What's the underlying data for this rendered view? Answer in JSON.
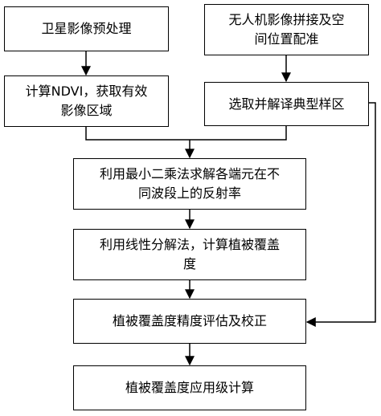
{
  "nodes": [
    {
      "id": "b1",
      "lines": [
        "卫星影像预处理"
      ]
    },
    {
      "id": "b2",
      "lines": [
        "无人机影像拼接及空",
        "间位置配准"
      ]
    },
    {
      "id": "b3",
      "lines": [
        "计算NDVI，获取有效",
        "影像区域"
      ]
    },
    {
      "id": "b4",
      "lines": [
        "选取并解译典型样区"
      ]
    },
    {
      "id": "b5",
      "lines": [
        "利用最小二乘法求解各端元在不",
        "同波段上的反射率"
      ]
    },
    {
      "id": "b6",
      "lines": [
        "利用线性分解法，计算植被覆盖",
        "度"
      ]
    },
    {
      "id": "b7",
      "lines": [
        "植被覆盖度精度评估及校正"
      ]
    },
    {
      "id": "b8",
      "lines": [
        "植被覆盖度应用级计算"
      ]
    }
  ],
  "edges": [
    {
      "from": "b1",
      "to": "b3"
    },
    {
      "from": "b2",
      "to": "b4"
    },
    {
      "from": "b3",
      "to": "b5"
    },
    {
      "from": "b4",
      "to": "b5"
    },
    {
      "from": "b5",
      "to": "b6"
    },
    {
      "from": "b6",
      "to": "b7"
    },
    {
      "from": "b4",
      "to": "b7"
    },
    {
      "from": "b7",
      "to": "b8"
    }
  ],
  "colors": {
    "stroke": "#000000",
    "background": "#ffffff"
  }
}
